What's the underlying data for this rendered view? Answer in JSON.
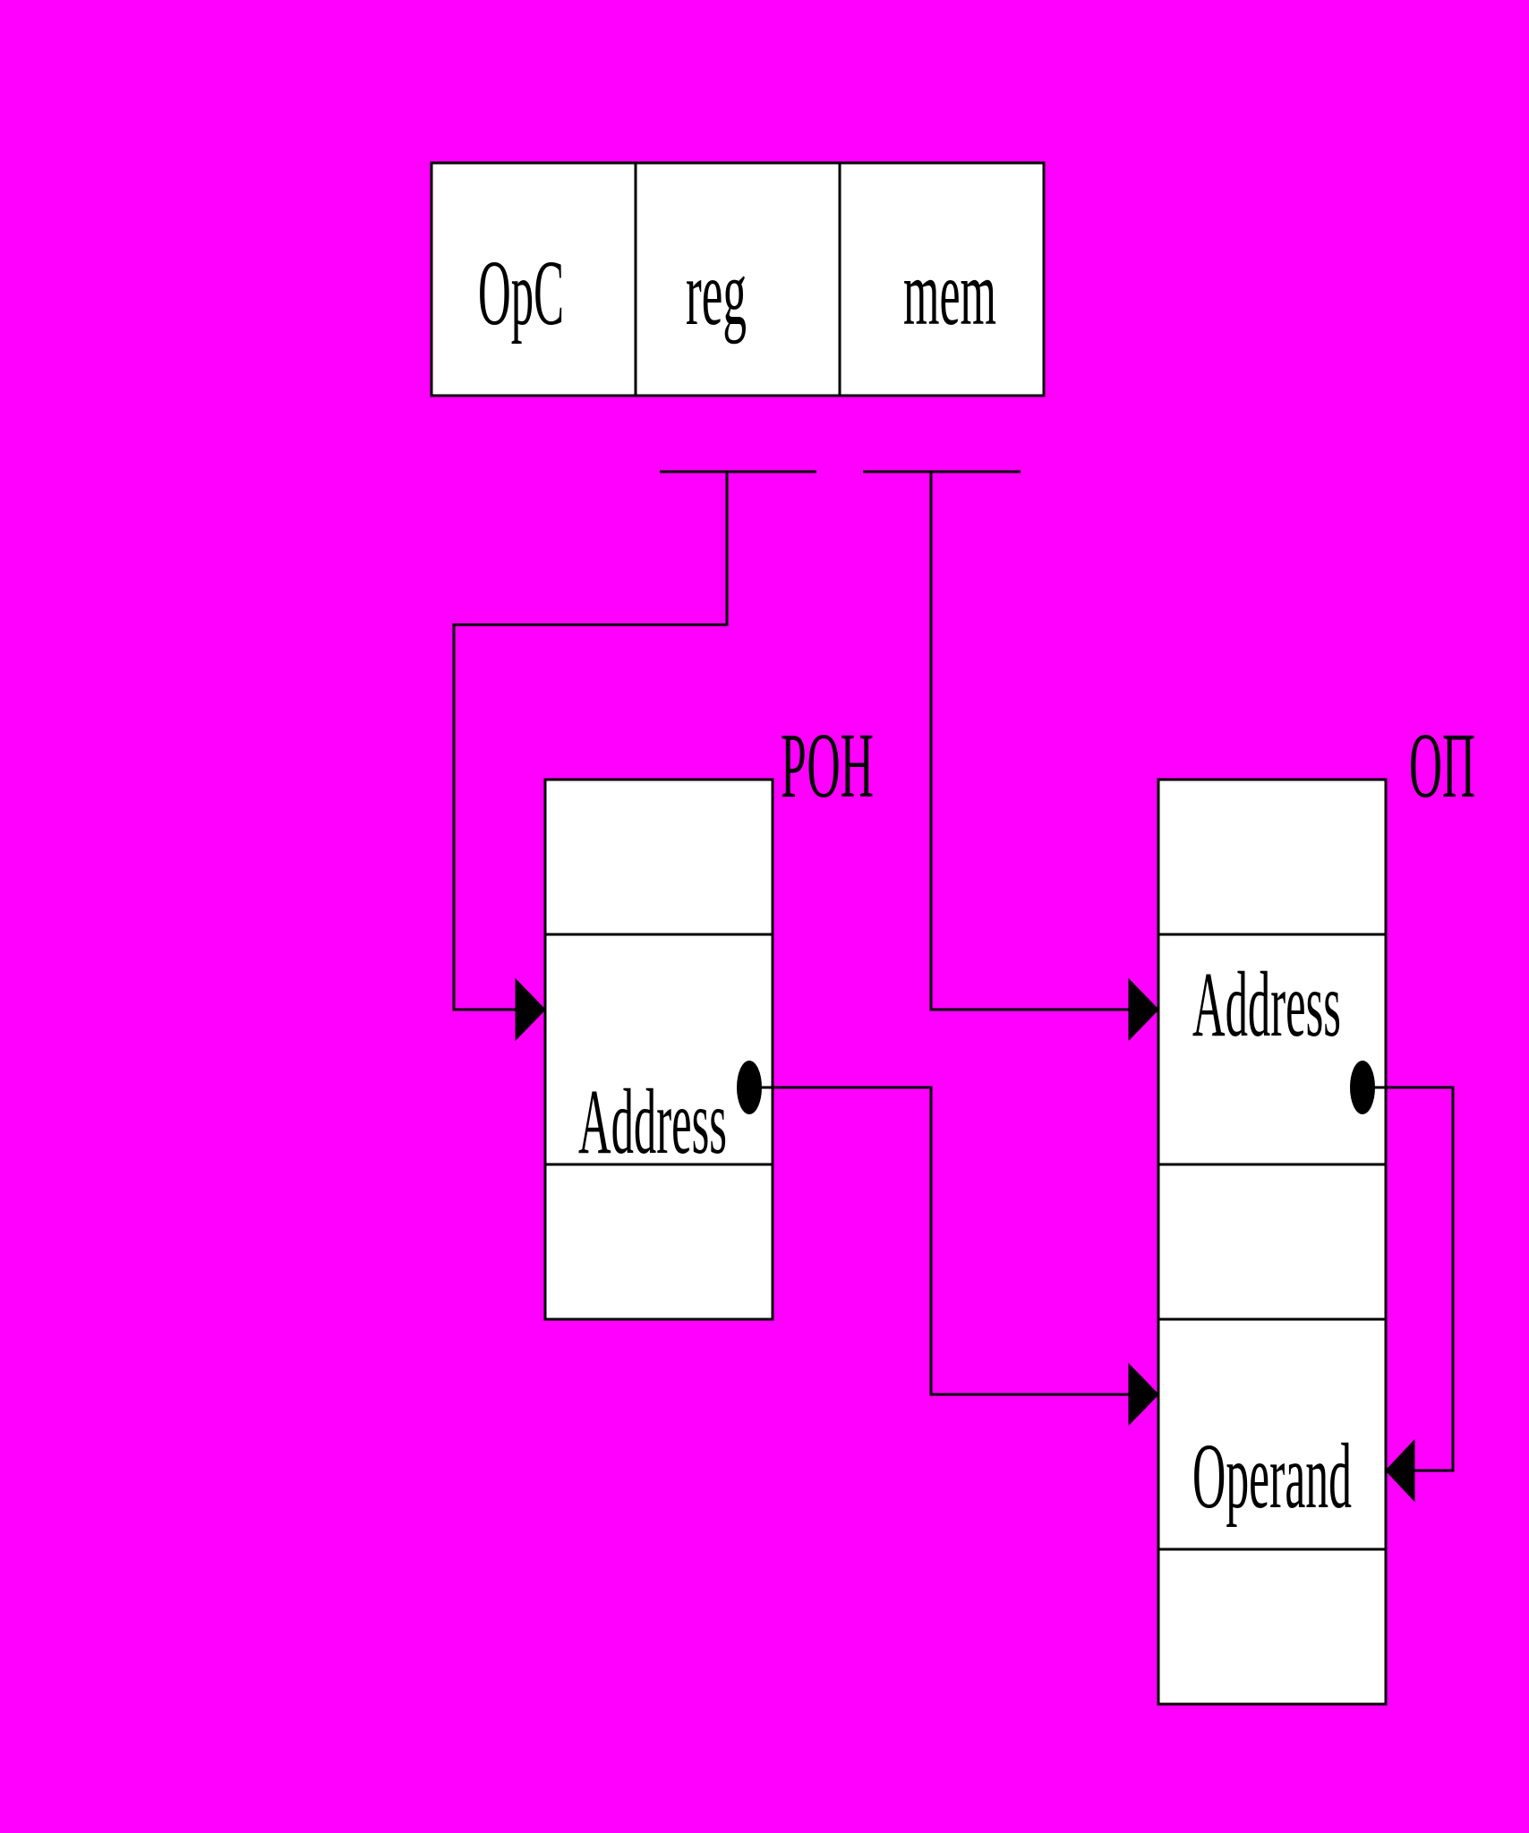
{
  "instruction": {
    "fields": [
      "OpC",
      "reg",
      "mem"
    ]
  },
  "registers": {
    "title": "РОН",
    "address_label": "Address"
  },
  "memory": {
    "title": "ОП",
    "address_label": "Address",
    "operand_label": "Operand"
  },
  "colors": {
    "background": "#ff00ff",
    "box_fill": "#ffffff",
    "stroke": "#000000"
  }
}
